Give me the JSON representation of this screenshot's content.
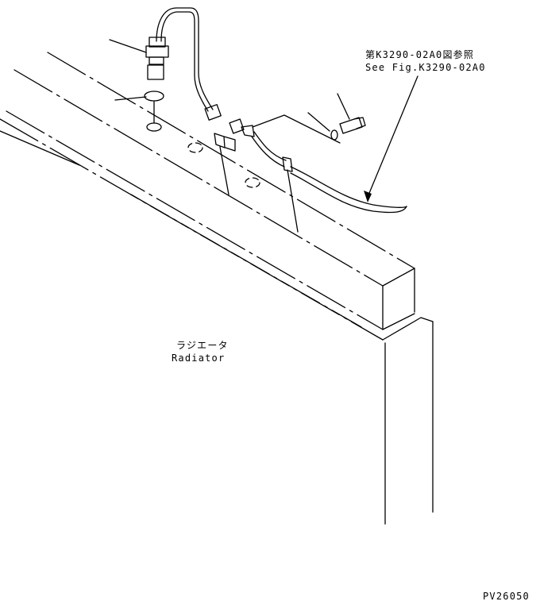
{
  "labels": {
    "ref_jp": "第K3290-02A0図参照",
    "ref_en": "See Fig.K3290-02A0",
    "radiator_jp": "ラジエータ",
    "radiator_en": "Radiator",
    "drawing_number": "PV26050"
  }
}
